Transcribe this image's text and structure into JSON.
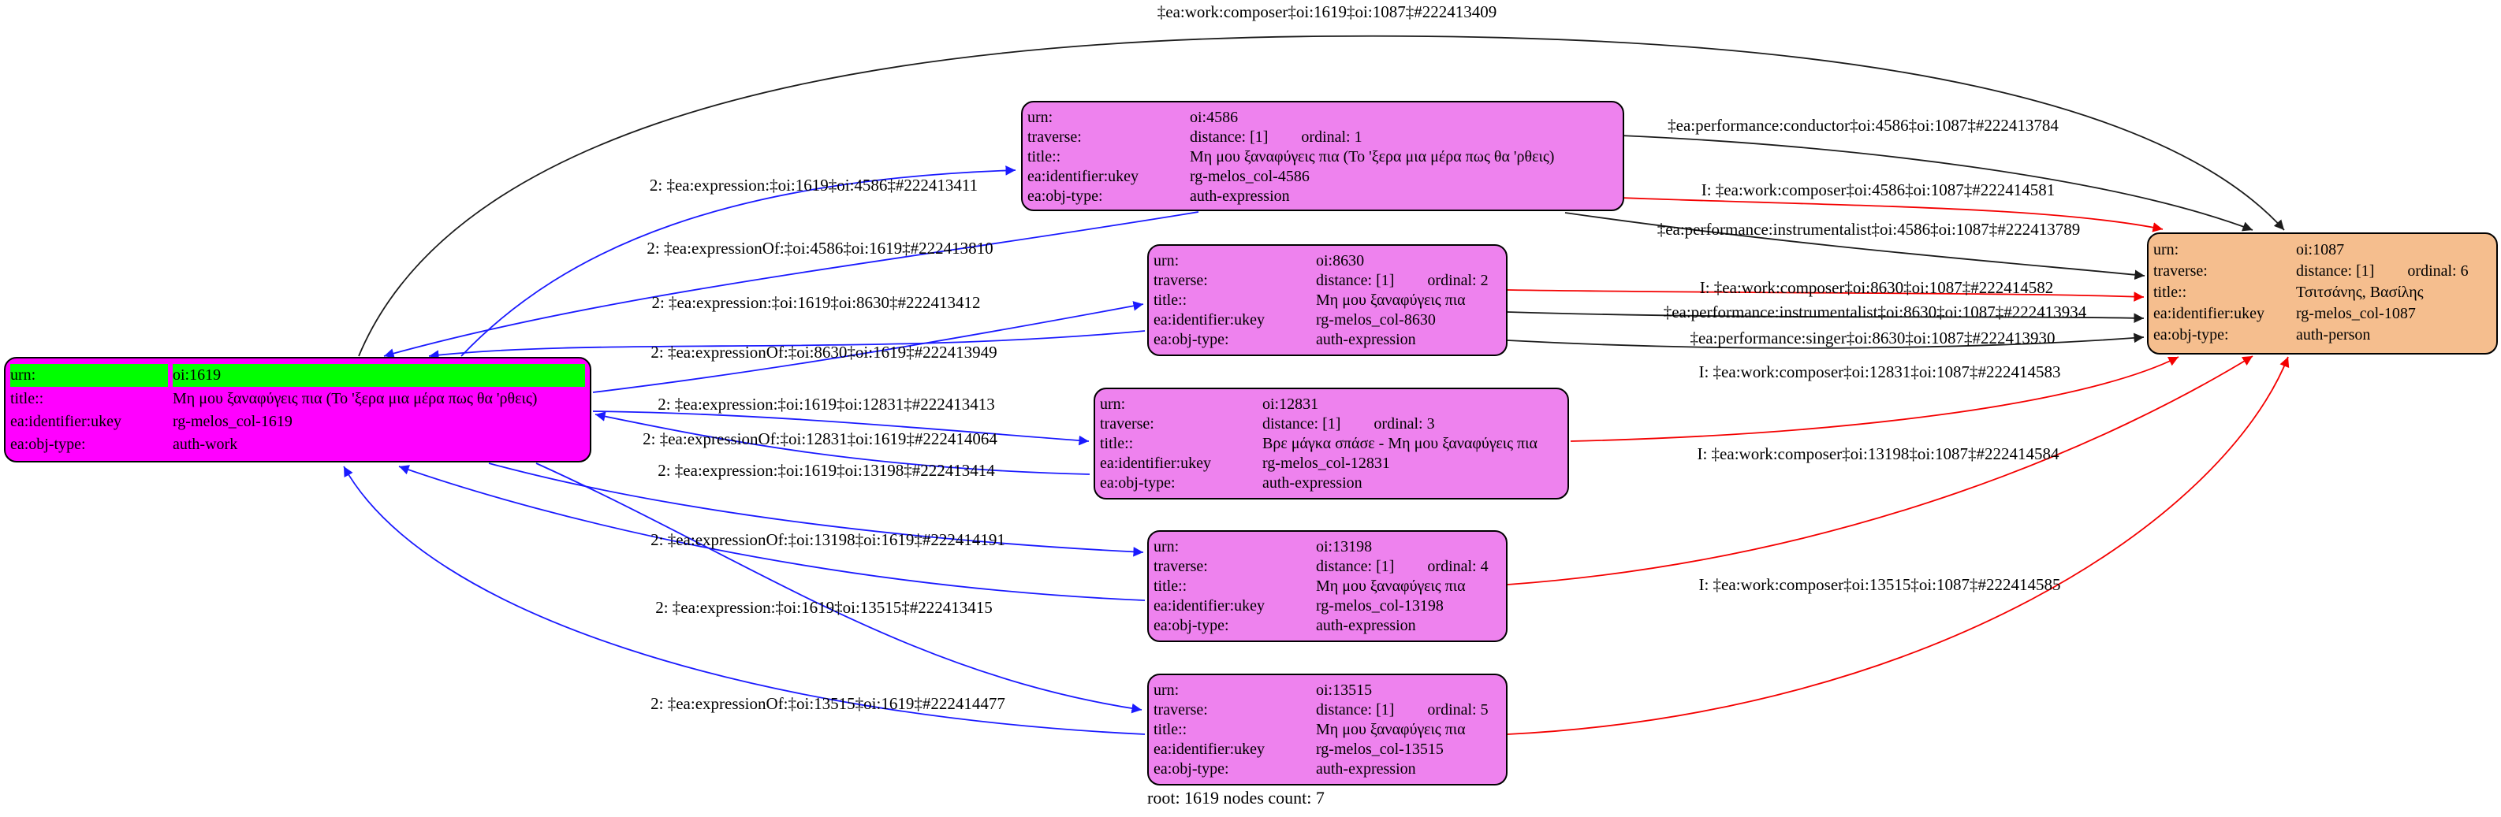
{
  "graph": {
    "status_line": "root: 1619 nodes count: 7"
  },
  "colors": {
    "edge_blue": "#1a1aff",
    "edge_red": "#f40000",
    "edge_black": "#1c1c1c",
    "work_node_fill": "#ff00ff",
    "urn_row_fill": "#00ff00",
    "expression_node_fill": "#ee82ee",
    "person_node_fill": "#f5be8e"
  },
  "nodes": {
    "n1619": {
      "rows": [
        {
          "k": "urn:",
          "v": "oi:1619"
        },
        {
          "k": "title::",
          "v": "Μη μου ξαναφύγεις πια (Το 'ξερα μια μέρα πως θα 'ρθεις)"
        },
        {
          "k": "ea:identifier:ukey",
          "v": "rg-melos_col-1619"
        },
        {
          "k": "ea:obj-type:",
          "v": "auth-work"
        }
      ]
    },
    "n4586": {
      "rows": [
        {
          "k": "urn:",
          "v": "oi:4586"
        },
        {
          "k": "traverse:",
          "v": "distance: [1]",
          "v2": "ordinal: 1"
        },
        {
          "k": "title::",
          "v": "Μη μου ξαναφύγεις πια (Το 'ξερα μια μέρα πως θα 'ρθεις)"
        },
        {
          "k": "ea:identifier:ukey",
          "v": "rg-melos_col-4586"
        },
        {
          "k": "ea:obj-type:",
          "v": "auth-expression"
        }
      ]
    },
    "n8630": {
      "rows": [
        {
          "k": "urn:",
          "v": "oi:8630"
        },
        {
          "k": "traverse:",
          "v": "distance: [1]",
          "v2": "ordinal: 2"
        },
        {
          "k": "title::",
          "v": "Μη μου ξαναφύγεις πια"
        },
        {
          "k": "ea:identifier:ukey",
          "v": "rg-melos_col-8630"
        },
        {
          "k": "ea:obj-type:",
          "v": "auth-expression"
        }
      ]
    },
    "n12831": {
      "rows": [
        {
          "k": "urn:",
          "v": "oi:12831"
        },
        {
          "k": "traverse:",
          "v": "distance: [1]",
          "v2": "ordinal: 3"
        },
        {
          "k": "title::",
          "v": "Βρε μάγκα σπάσε - Μη μου ξαναφύγεις πια"
        },
        {
          "k": "ea:identifier:ukey",
          "v": "rg-melos_col-12831"
        },
        {
          "k": "ea:obj-type:",
          "v": "auth-expression"
        }
      ]
    },
    "n13198": {
      "rows": [
        {
          "k": "urn:",
          "v": "oi:13198"
        },
        {
          "k": "traverse:",
          "v": "distance: [1]",
          "v2": "ordinal: 4"
        },
        {
          "k": "title::",
          "v": "Μη μου ξαναφύγεις πια"
        },
        {
          "k": "ea:identifier:ukey",
          "v": "rg-melos_col-13198"
        },
        {
          "k": "ea:obj-type:",
          "v": "auth-expression"
        }
      ]
    },
    "n13515": {
      "rows": [
        {
          "k": "urn:",
          "v": "oi:13515"
        },
        {
          "k": "traverse:",
          "v": "distance: [1]",
          "v2": "ordinal: 5"
        },
        {
          "k": "title::",
          "v": "Μη μου ξαναφύγεις πια"
        },
        {
          "k": "ea:identifier:ukey",
          "v": "rg-melos_col-13515"
        },
        {
          "k": "ea:obj-type:",
          "v": "auth-expression"
        }
      ]
    },
    "n1087": {
      "rows": [
        {
          "k": "urn:",
          "v": "oi:1087"
        },
        {
          "k": "traverse:",
          "v": "distance: [1]",
          "v2": "ordinal: 6"
        },
        {
          "k": "title::",
          "v": "Τσιτσάνης, Βασίλης"
        },
        {
          "k": "ea:identifier:ukey",
          "v": "rg-melos_col-1087"
        },
        {
          "k": "ea:obj-type:",
          "v": "auth-person"
        }
      ]
    }
  },
  "edges": [
    {
      "label": "‡ea:work:composer‡oi:1619‡oi:1087‡#222413409",
      "color": "black"
    },
    {
      "label": "2: ‡ea:expression:‡oi:1619‡oi:4586‡#222413411",
      "color": "blue"
    },
    {
      "label": "2: ‡ea:expressionOf:‡oi:4586‡oi:1619‡#222413810",
      "color": "blue"
    },
    {
      "label": "2: ‡ea:expression:‡oi:1619‡oi:8630‡#222413412",
      "color": "blue"
    },
    {
      "label": "2: ‡ea:expressionOf:‡oi:8630‡oi:1619‡#222413949",
      "color": "blue"
    },
    {
      "label": "2: ‡ea:expression:‡oi:1619‡oi:12831‡#222413413",
      "color": "blue"
    },
    {
      "label": "2: ‡ea:expressionOf:‡oi:12831‡oi:1619‡#222414064",
      "color": "blue"
    },
    {
      "label": "2: ‡ea:expression:‡oi:1619‡oi:13198‡#222413414",
      "color": "blue"
    },
    {
      "label": "2: ‡ea:expressionOf:‡oi:13198‡oi:1619‡#222414191",
      "color": "blue"
    },
    {
      "label": "2: ‡ea:expression:‡oi:1619‡oi:13515‡#222413415",
      "color": "blue"
    },
    {
      "label": "2: ‡ea:expressionOf:‡oi:13515‡oi:1619‡#222414477",
      "color": "blue"
    },
    {
      "label": "‡ea:performance:conductor‡oi:4586‡oi:1087‡#222413784",
      "color": "black"
    },
    {
      "label": "I: ‡ea:work:composer‡oi:4586‡oi:1087‡#222414581",
      "color": "red"
    },
    {
      "label": "‡ea:performance:instrumentalist‡oi:4586‡oi:1087‡#222413789",
      "color": "black"
    },
    {
      "label": "I: ‡ea:work:composer‡oi:8630‡oi:1087‡#222414582",
      "color": "red"
    },
    {
      "label": "‡ea:performance:instrumentalist‡oi:8630‡oi:1087‡#222413934",
      "color": "black"
    },
    {
      "label": "‡ea:performance:singer‡oi:8630‡oi:1087‡#222413930",
      "color": "black"
    },
    {
      "label": "I: ‡ea:work:composer‡oi:12831‡oi:1087‡#222414583",
      "color": "red"
    },
    {
      "label": "I: ‡ea:work:composer‡oi:13198‡oi:1087‡#222414584",
      "color": "red"
    },
    {
      "label": "I: ‡ea:work:composer‡oi:13515‡oi:1087‡#222414585",
      "color": "red"
    }
  ]
}
